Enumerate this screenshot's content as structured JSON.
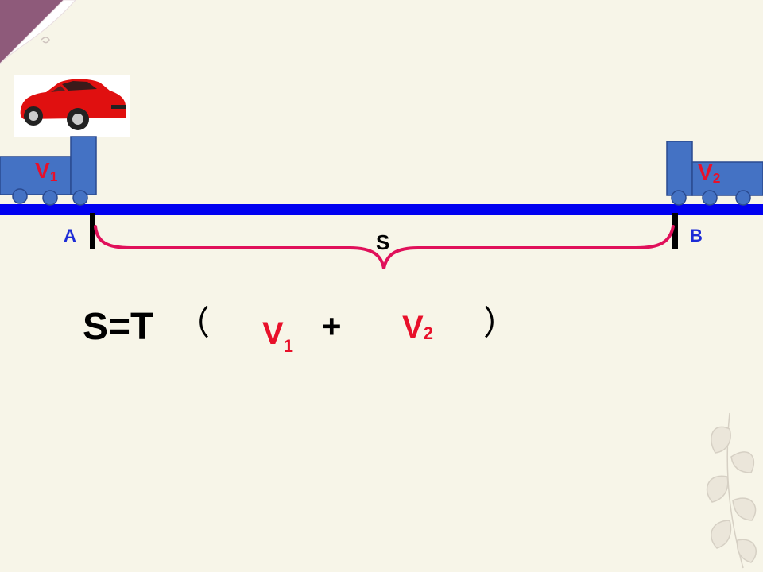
{
  "colors": {
    "background": "#f7f5e8",
    "road": "#0000f0",
    "truck": "#4472c4",
    "brace": "#e0105a",
    "velocity_text": "#e8102a",
    "point_text": "#1c2bd6",
    "car": "#e01010"
  },
  "points": {
    "a": "A",
    "b": "B"
  },
  "distance": {
    "label": "S"
  },
  "truck_left": {
    "v": "V",
    "sub": "1"
  },
  "truck_right": {
    "v": "V",
    "sub": "2"
  },
  "formula": {
    "lhs": "S=T",
    "open_paren": "（",
    "v1": "V",
    "v1_sub": "1",
    "plus": "+",
    "v2": "V",
    "v2_sub": "2",
    "close_paren": "）"
  },
  "icons": {
    "car": "red-sports-car-icon",
    "leaf": "leaf-decoration-icon",
    "page_curl": "page-curl-decoration"
  }
}
